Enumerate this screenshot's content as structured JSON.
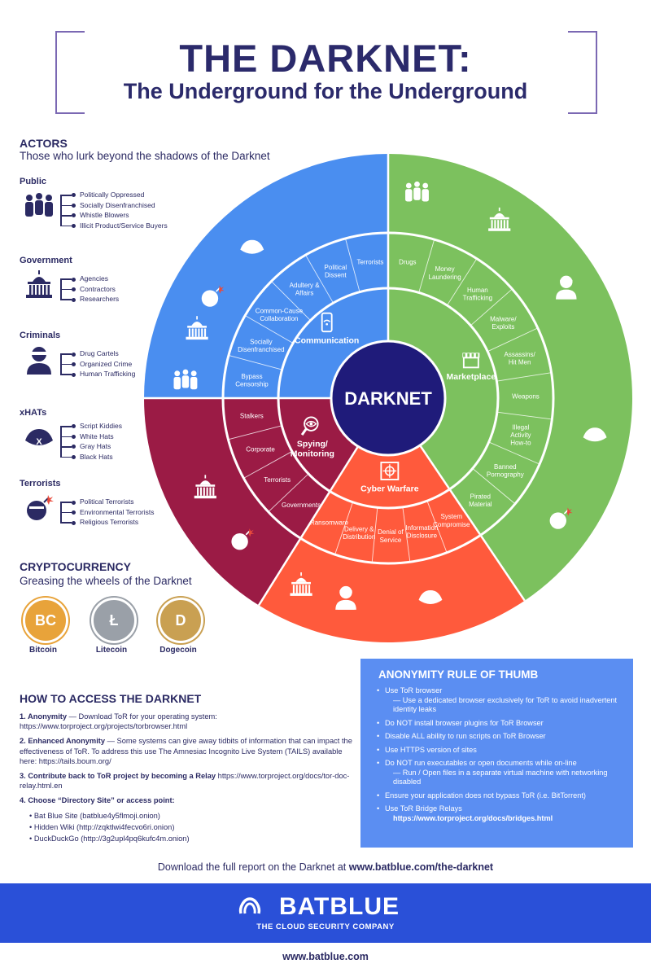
{
  "header": {
    "title": "THE DARKNET:",
    "subtitle": "The Underground for the Underground"
  },
  "actors": {
    "heading": "ACTORS",
    "subheading": "Those who lurk beyond the shadows of the Darknet",
    "groups": [
      {
        "title": "Public",
        "icon": "people-group-icon",
        "items": [
          "Politically Oppressed",
          "Socially Disenfranchised",
          "Whistle Blowers",
          "Illicit Product/Service Buyers"
        ]
      },
      {
        "title": "Government",
        "icon": "capitol-building-icon",
        "items": [
          "Agencies",
          "Contractors",
          "Researchers"
        ]
      },
      {
        "title": "Criminals",
        "icon": "masked-criminal-icon",
        "items": [
          "Drug Cartels",
          "Organized Crime",
          "Human Trafficking"
        ]
      },
      {
        "title": "xHATs",
        "icon": "hat-icon",
        "items": [
          "Script Kiddies",
          "White Hats",
          "Gray Hats",
          "Black Hats"
        ]
      },
      {
        "title": "Terrorists",
        "icon": "bomb-icon",
        "items": [
          "Political Terrorists",
          "Environmental Terrorists",
          "Religious Terrorists"
        ]
      }
    ]
  },
  "wheel": {
    "center": "DARKNET",
    "colors": {
      "center": "#1f1b7a",
      "communication": "#4a8ef0",
      "marketplace": "#7cc15e",
      "spying": "#9b1b45",
      "cyber": "#ff5a3c"
    },
    "segments": [
      {
        "key": "communication",
        "label": "Communication",
        "icon": "phone-wifi-icon",
        "items": [
          "Bypass Censorship",
          "Socially Disenfranchised",
          "Common-Cause Collaboration",
          "Adultery & Affairs",
          "Political Dissent",
          "Terrorists"
        ]
      },
      {
        "key": "marketplace",
        "label": "Marketplace",
        "icon": "storefront-icon",
        "items": [
          "Drugs",
          "Money Laundering",
          "Human Trafficking",
          "Malware/ Exploits",
          "Assassins/ Hit Men",
          "Weapons",
          "Illegal Activity How-to",
          "Banned Pornography",
          "Pirated Material"
        ]
      },
      {
        "key": "cyber",
        "label": "Cyber Warfare",
        "icon": "crosshair-icon",
        "items": [
          "System Compromise",
          "Information Disclosure",
          "Denial of Service",
          "Delivery & Distribution",
          "Ransomware"
        ]
      },
      {
        "key": "spying",
        "label": "Spying/ Monitoring",
        "icon": "magnifier-eye-icon",
        "items": [
          "Governments",
          "Terrorists",
          "Corporate",
          "Stalkers"
        ]
      }
    ]
  },
  "crypto": {
    "heading": "CRYPTOCURRENCY",
    "subheading": "Greasing the wheels of the Darknet",
    "coins": [
      {
        "label": "Bitcoin",
        "symbol": "BC",
        "color": "#e8a33a"
      },
      {
        "label": "Litecoin",
        "symbol": "Ł",
        "color": "#9aa0a8"
      },
      {
        "label": "Dogecoin",
        "symbol": "D",
        "color": "#c9a052"
      }
    ]
  },
  "how_to": {
    "heading": "HOW TO ACCESS THE DARKNET",
    "items": [
      {
        "num": "1.",
        "bold": "Anonymity",
        "text": " — Download ToR for your operating system: https://www.torproject.org/projects/torbrowser.html"
      },
      {
        "num": "2.",
        "bold": "Enhanced Anonymity",
        "text": " — Some systems can give away tidbits of information that can impact the effectiveness of ToR. To address this use The Amnesiac Incognito Live System (TAILS) available here: https://tails.boum.org/"
      },
      {
        "num": "3.",
        "bold": "Contribute back to ToR project by becoming a Relay",
        "text": " https://www.torproject.org/docs/tor-doc-relay.html.en"
      },
      {
        "num": "4.",
        "bold": "Choose “Directory Site” or access point:",
        "text": ""
      }
    ],
    "sites": [
      "Bat Blue Site (batblue4y5flmoji.onion)",
      "Hidden Wiki (http://zqktlwi4fecvo6ri.onion)",
      "DuckDuckGo (http://3g2upl4pq6kufc4m.onion)"
    ]
  },
  "rule_of_thumb": {
    "heading": "ANONYMITY RULE OF THUMB",
    "items": [
      {
        "text": "Use ToR browser",
        "sub": "— Use a dedicated browser exclusively for ToR to avoid inadvertent identity leaks"
      },
      {
        "text": "Do NOT install browser plugins for ToR Browser",
        "sub": ""
      },
      {
        "text": "Disable ALL ability to run scripts on ToR Browser",
        "sub": ""
      },
      {
        "text": "Use HTTPS version of sites",
        "sub": ""
      },
      {
        "text": "Do NOT run executables or open documents while on-line",
        "sub": "— Run / Open files in a separate virtual machine with networking disabled"
      },
      {
        "text": "Ensure your application does not bypass ToR (i.e. BitTorrent)",
        "sub": ""
      },
      {
        "text": "Use ToR Bridge Relays",
        "sub": "https://www.torproject.org/docs/bridges.html"
      }
    ]
  },
  "download": {
    "prefix": "Download the full report on the Darknet at ",
    "link": "www.batblue.com/the-darknet"
  },
  "footer": {
    "brand": "BATBLUE",
    "tagline": "THE CLOUD SECURITY COMPANY",
    "site": "www.batblue.com"
  }
}
